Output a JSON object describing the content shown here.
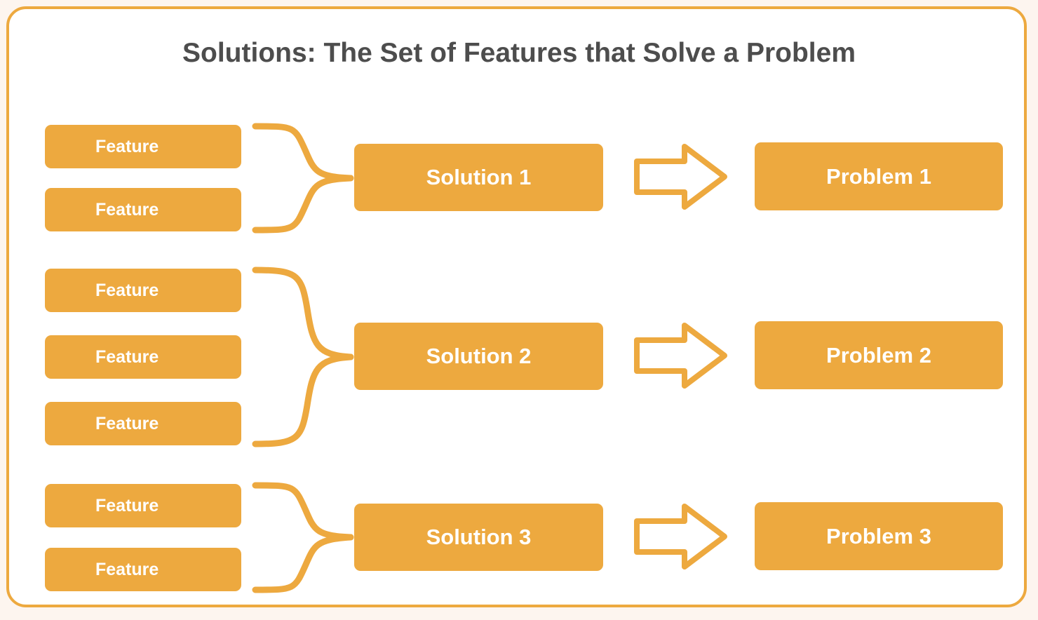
{
  "page": {
    "title": "Solutions: The Set of Features that Solve a Problem",
    "accent_color": "#eda93f",
    "title_color": "#4d4d4d",
    "card_background": "#ffffff",
    "page_background": "#fdf5ef"
  },
  "groups": [
    {
      "id": "group-1",
      "features": [
        {
          "label": "Feature"
        },
        {
          "label": "Feature"
        }
      ],
      "brace": {
        "icon": "curly-brace-right-icon"
      },
      "solution": {
        "label": "Solution 1"
      },
      "arrow": {
        "icon": "arrow-right-icon"
      },
      "problem": {
        "label": "Problem 1"
      }
    },
    {
      "id": "group-2",
      "features": [
        {
          "label": "Feature"
        },
        {
          "label": "Feature"
        },
        {
          "label": "Feature"
        }
      ],
      "brace": {
        "icon": "curly-brace-right-icon"
      },
      "solution": {
        "label": "Solution 2"
      },
      "arrow": {
        "icon": "arrow-right-icon"
      },
      "problem": {
        "label": "Problem 2"
      }
    },
    {
      "id": "group-3",
      "features": [
        {
          "label": "Feature"
        },
        {
          "label": "Feature"
        }
      ],
      "brace": {
        "icon": "curly-brace-right-icon"
      },
      "solution": {
        "label": "Solution 3"
      },
      "arrow": {
        "icon": "arrow-right-icon"
      },
      "problem": {
        "label": "Problem 3"
      }
    }
  ]
}
